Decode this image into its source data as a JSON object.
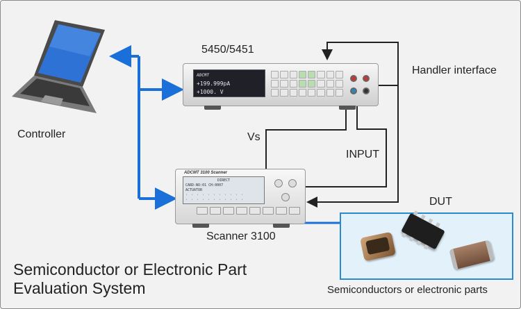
{
  "title": {
    "line1": "Semiconductor or Electronic Part",
    "line2": "Evaluation System"
  },
  "controller": {
    "label": "Controller"
  },
  "meter": {
    "label": "5450/5451",
    "brand": "ADCMT",
    "display_line1": "+199.999pA",
    "display_line2": "+1000.  V"
  },
  "scanner": {
    "label": "Scanner 3100",
    "header": "ADCMT 3100 Scanner",
    "display_line1": "DIRECT",
    "display_line2": "CARD-NO:01   CH:0007",
    "display_line3": "ACTUATOR"
  },
  "connections": {
    "handler_interface": "Handler interface",
    "vs": "Vs",
    "input": "INPUT",
    "dut": "DUT"
  },
  "dut_caption": "Semiconductors or electronic parts",
  "colors": {
    "control_arrow": "#1a6fd8",
    "wire": "#222222",
    "dut_border": "#2a8ad0",
    "dut_fill": "#e3f1fb",
    "background": "#f2f2f2"
  }
}
